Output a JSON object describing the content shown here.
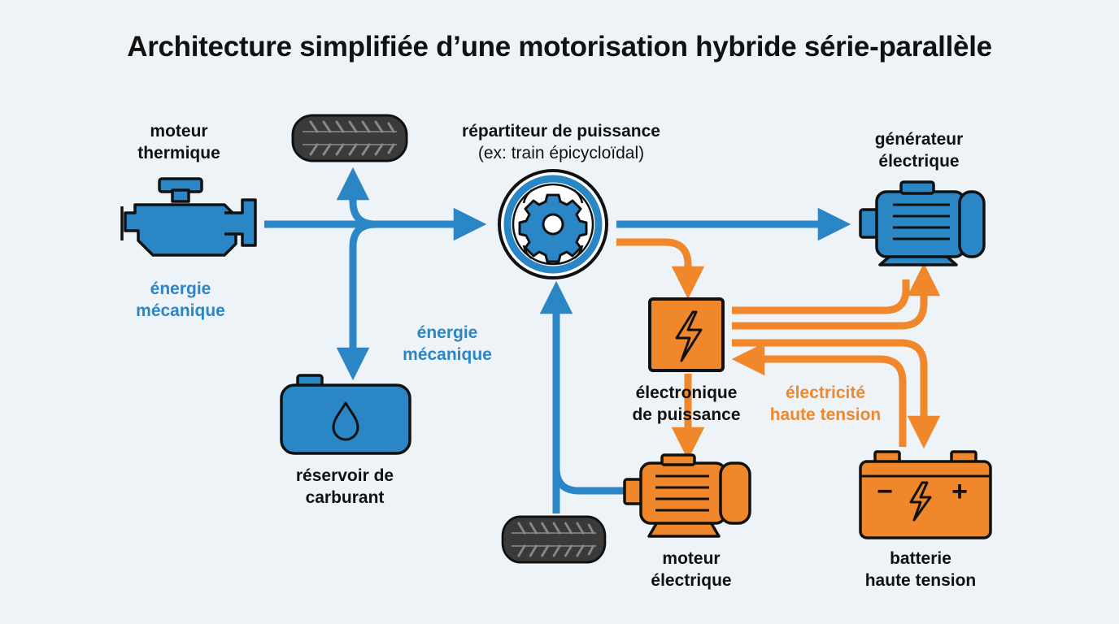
{
  "title": "Architecture simplifiée d’une motorisation hybride série-parallèle",
  "nodes": {
    "moteur_thermique": {
      "line1": "moteur",
      "line2": "thermique"
    },
    "repartiteur": {
      "line1": "répartiteur de puissance",
      "line2": "(ex: train épicycloïdal)"
    },
    "generateur": {
      "line1": "générateur",
      "line2": "électrique"
    },
    "reservoir": {
      "line1": "réservoir de",
      "line2": "carburant"
    },
    "electronique": {
      "line1": "électronique",
      "line2": "de puissance"
    },
    "moteur_electrique": {
      "line1": "moteur",
      "line2": "électrique"
    },
    "batterie": {
      "line1": "batterie",
      "line2": "haute tension"
    }
  },
  "flow_labels": {
    "energie_mecanique_1": {
      "line1": "énergie",
      "line2": "mécanique"
    },
    "energie_mecanique_2": {
      "line1": "énergie",
      "line2": "mécanique"
    },
    "electricite": {
      "line1": "électricité",
      "line2": "haute tension"
    }
  },
  "battery_symbols": {
    "minus": "−",
    "plus": "+"
  },
  "colors": {
    "mechanical": "#2b86c5",
    "electrical": "#f0872a",
    "tire": "#3a3a3a",
    "background": "#eef3f8"
  },
  "icons": [
    "engine-icon",
    "tire-icon",
    "gear-icon",
    "generator-icon",
    "fuel-tank-icon",
    "power-electronics-icon",
    "motor-icon",
    "battery-icon"
  ]
}
